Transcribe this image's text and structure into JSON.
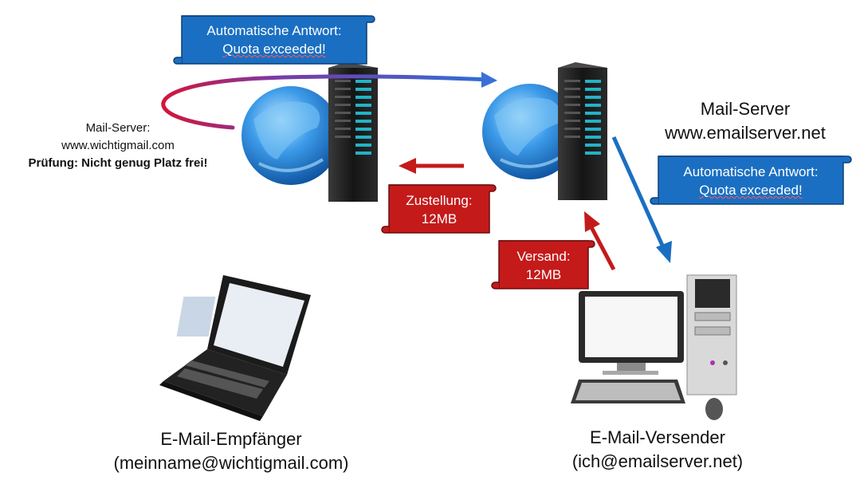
{
  "left_server": {
    "label_line1": "Mail-Server:",
    "label_line2": "www.wichtigmail.com",
    "label_line3": "Prüfung: Nicht genug Platz frei!"
  },
  "right_server": {
    "label_line1": "Mail-Server",
    "label_line2": "www.emailserver.net"
  },
  "banner_top": {
    "line1": "Automatische Antwort:",
    "line2": "Quota exceeded!",
    "color": "#1a6fc2"
  },
  "banner_right": {
    "line1": "Automatische Antwort:",
    "line2": "Quota exceeded!",
    "color": "#1a6fc2"
  },
  "banner_delivery": {
    "line1": "Zustellung:",
    "line2": "12MB",
    "color": "#c41a1a"
  },
  "banner_send": {
    "line1": "Versand:",
    "line2": "12MB",
    "color": "#c41a1a"
  },
  "receiver": {
    "line1": "E-Mail-Empfänger",
    "line2": "(meinname@wichtigmail.com)"
  },
  "sender": {
    "line1": "E-Mail-Versender",
    "line2": "(ich@emailserver.net)"
  },
  "colors": {
    "arrow_red": "#c41a1a",
    "arrow_blue": "#1a6fc2",
    "globe": "#2a8be0",
    "rack": "#1c1c1c"
  }
}
